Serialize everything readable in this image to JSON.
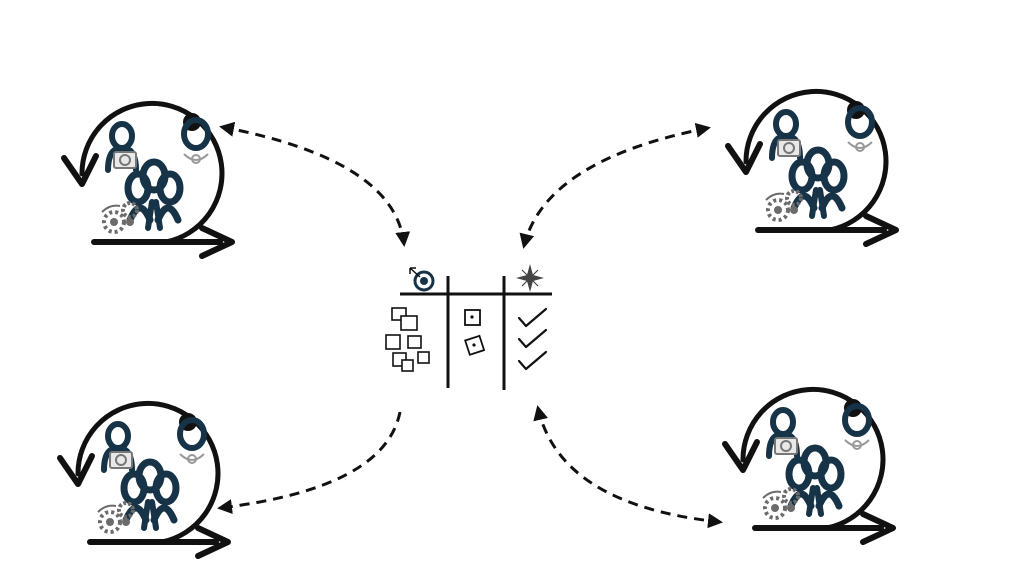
{
  "diagram": {
    "background": "#ffffff",
    "ink_color": "#111111",
    "figure_color": "#163347",
    "cog_color": "#6b6b6b",
    "teams": [
      {
        "id": "team-top-left",
        "icons": [
          "loop-arrow-icon",
          "person-icon",
          "person-icon",
          "people-group-icon",
          "camera-icon",
          "gear-icon"
        ]
      },
      {
        "id": "team-top-right",
        "icons": [
          "loop-arrow-icon",
          "person-icon",
          "person-icon",
          "people-group-icon",
          "camera-icon",
          "gear-icon"
        ]
      },
      {
        "id": "team-bottom-left",
        "icons": [
          "loop-arrow-icon",
          "person-icon",
          "person-icon",
          "people-group-icon",
          "camera-icon",
          "gear-icon"
        ]
      },
      {
        "id": "team-bottom-right",
        "icons": [
          "loop-arrow-icon",
          "person-icon",
          "person-icon",
          "people-group-icon",
          "camera-icon",
          "gear-icon"
        ]
      }
    ],
    "board": {
      "columns": [
        {
          "header_icon": "target-icon",
          "items": 7,
          "item_icon": "sticky-note-icon"
        },
        {
          "header_icon": "none",
          "items": 2,
          "item_icon": "sticky-note-icon"
        },
        {
          "header_icon": "compass-icon",
          "items": 3,
          "item_icon": "checkmark-icon"
        }
      ]
    },
    "connectors": {
      "style": "dashed-curved-arrow",
      "links": [
        "team-top-left",
        "team-top-right",
        "team-bottom-left",
        "team-bottom-right"
      ]
    }
  }
}
